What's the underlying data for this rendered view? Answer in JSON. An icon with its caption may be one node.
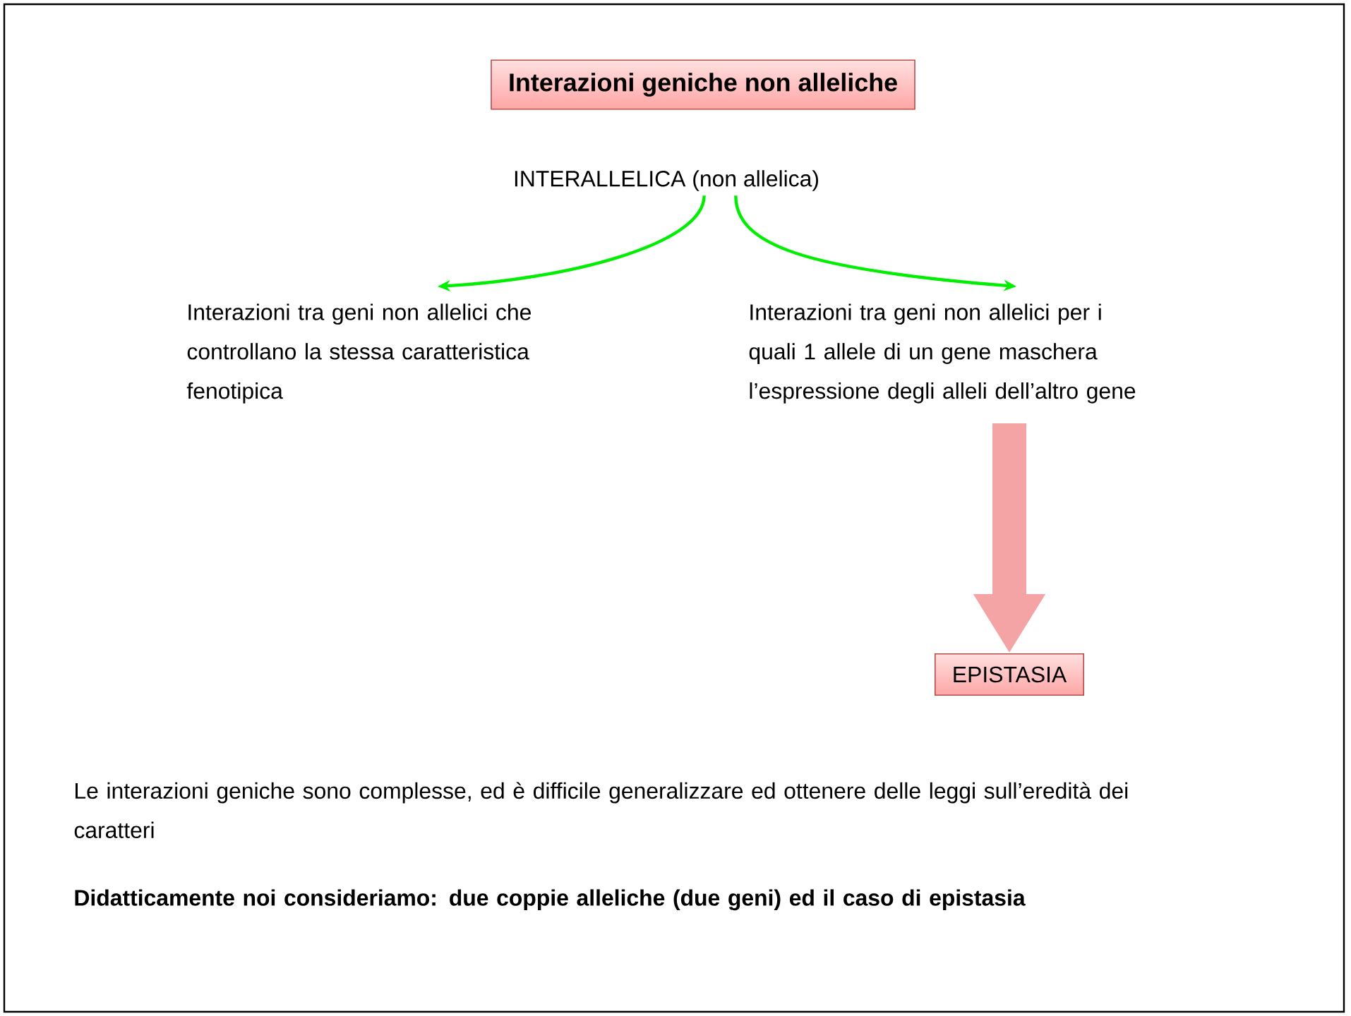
{
  "diagram": {
    "nodes": [
      {
        "text": [
          "Interazioni geniche non alleliche"
        ]
      },
      {
        "text": [
          "INTERALLELICA (non allelica)"
        ]
      },
      {
        "text": [
          "Interazioni tra geni non allelici che controllano la stessa caratteristica fenotipica"
        ]
      },
      {
        "text": [
          "Interazioni tra geni non allelici per i quali 1 allele di un gene maschera l’espressione degli alleli dell’altro gene"
        ]
      },
      {
        "text": [
          "EPISTASIA"
        ]
      }
    ],
    "edges": [
      {
        "from": 1,
        "to": 2,
        "arrow": "to",
        "color": "#00ee00"
      },
      {
        "from": 1,
        "to": 3,
        "arrow": "to",
        "color": "#00ee00"
      },
      {
        "from": 3,
        "to": 4,
        "arrow": "to",
        "style": "thick",
        "color": "#f4a4a4"
      }
    ],
    "labels": [
      "Le interazioni geniche sono complesse, ed è difficile generalizzare ed ottenere delle leggi sull’eredità dei caratteri",
      "Didatticamente noi consideriamo: due coppie alleliche (due geni) ed il caso di epistasia"
    ]
  }
}
